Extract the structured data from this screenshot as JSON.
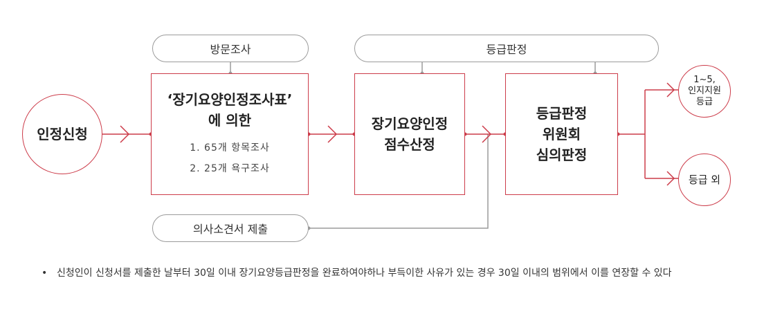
{
  "pills": {
    "visit": "방문조사",
    "grade": "등급판정",
    "doctor": "의사소견서 제출"
  },
  "start": {
    "label": "인정신청"
  },
  "box1": {
    "title": "‘장기요양인정조사표’",
    "subtitle": "에 의한",
    "items": [
      "1. 65개 항목조사",
      "2. 25개 욕구조사"
    ]
  },
  "box2": {
    "lines": [
      "장기요양인정",
      "점수산정"
    ]
  },
  "box3": {
    "lines": [
      "등급판정",
      "위원회",
      "심의판정"
    ]
  },
  "outcome1": {
    "lines": [
      "1~5,",
      "인지지원",
      "등급"
    ]
  },
  "outcome2": {
    "label": "등급 외"
  },
  "note": {
    "bullet": "•",
    "text": "신청인이 신청서를 제출한 날부터 30일 이내 장기요양등급판정을 완료하여야하나 부득이한 사유가 있는 경우 30일 이내의 범위에서 이를 연장할 수 있다"
  },
  "colors": {
    "accent": "#cc3b49",
    "pill_border": "#9a9a9a"
  }
}
